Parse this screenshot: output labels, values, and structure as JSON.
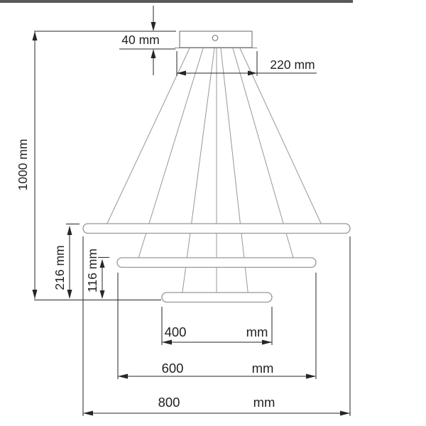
{
  "diagram_title": "pendant-lamp-dimension-drawing",
  "dimensions": {
    "canopy_height": {
      "label": "40 mm"
    },
    "canopy_diameter": {
      "label": "220 mm"
    },
    "suspension_drop": {
      "label": "1000 mm"
    },
    "large_ring_drop": {
      "label": "216 mm"
    },
    "middle_ring_drop": {
      "label": "116 mm"
    },
    "small_ring_diameter": {
      "value": "400",
      "unit": "mm"
    },
    "middle_ring_diameter": {
      "value": "600",
      "unit": "mm"
    },
    "large_ring_diameter": {
      "value": "800",
      "unit": "mm"
    }
  },
  "colors": {
    "line_dark": "#262626",
    "line_grey": "#979797",
    "canopy_grey": "#7f7f7f",
    "text_color": "#231f20",
    "top_bar": "#58595b",
    "bg": "#ffffff"
  }
}
